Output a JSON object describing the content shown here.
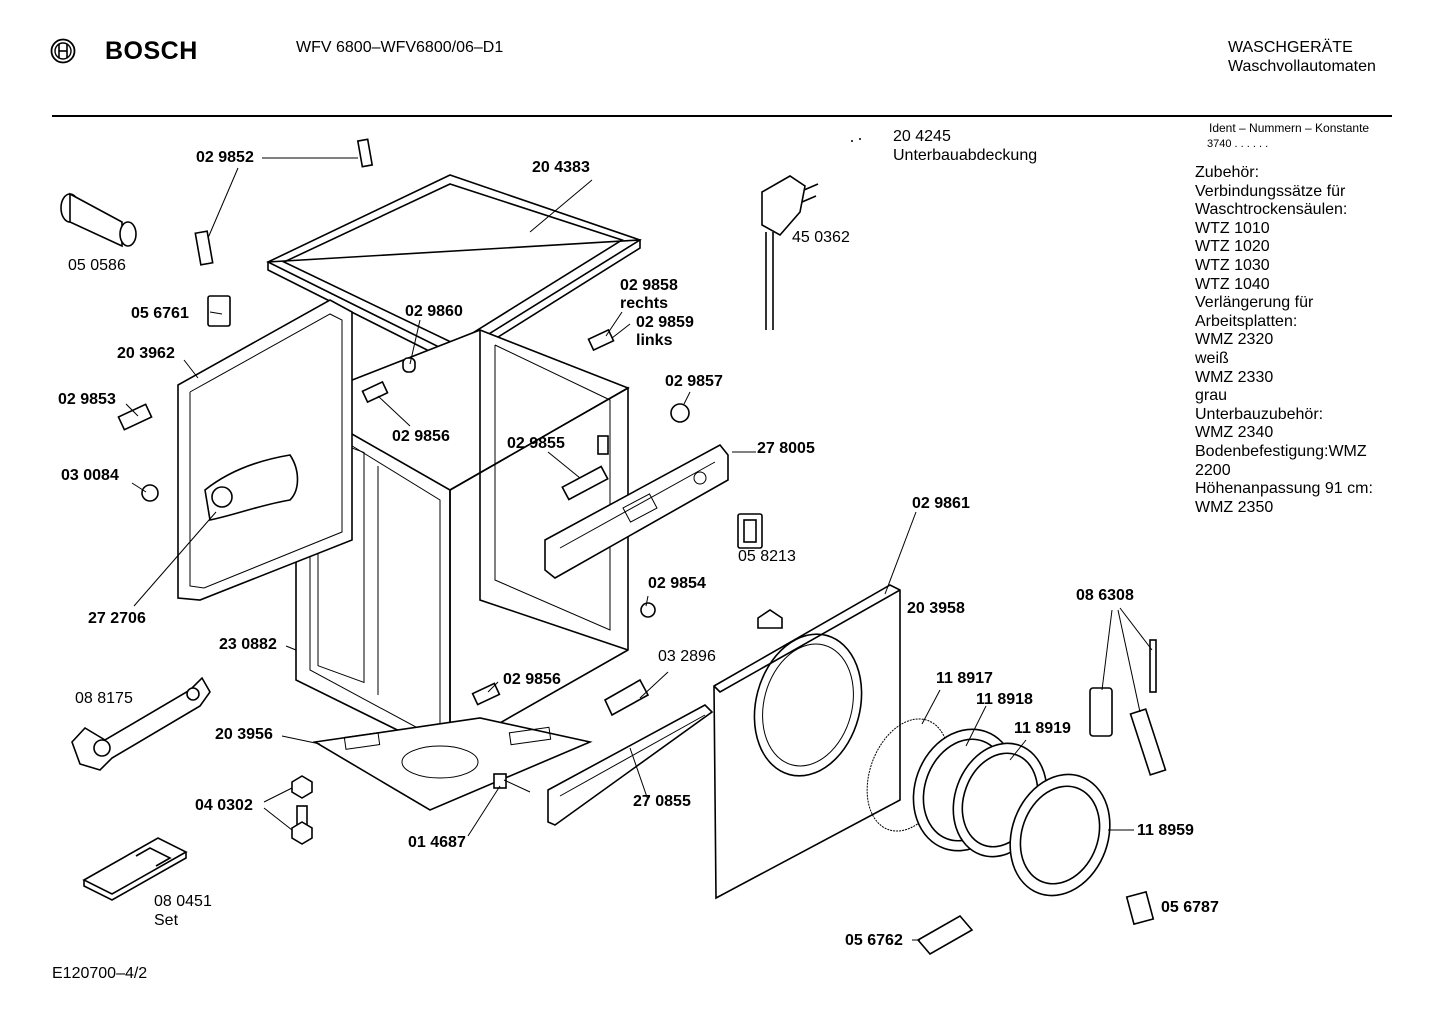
{
  "header": {
    "brand": "BOSCH",
    "model": "WFV 6800–WFV6800/06–D1",
    "category": "WASCHGERÄTE",
    "subcategory": "Waschvollautomaten"
  },
  "ident": {
    "title": "Ident – Nummern – Konstante",
    "value": "3740  .  .  .  .  .  ."
  },
  "note": {
    "number": "20 4245",
    "text": "Unterbauabdeckung"
  },
  "accessories": [
    "Zubehör:",
    "Verbindungssätze für",
    "Waschtrockensäulen:",
    "WTZ 1010",
    "WTZ 1020",
    "WTZ 1030",
    "WTZ 1040",
    "Verlängerung für",
    "Arbeitsplatten:",
    "WMZ 2320",
    "weiß",
    "WMZ 2330",
    "grau",
    "Unterbauzubehör:",
    "WMZ 2340",
    "Bodenbefestigung:WMZ",
    "2200",
    "Höhenanpassung 91 cm:",
    "WMZ 2350"
  ],
  "parts": {
    "p029852": "02 9852",
    "p204383": "20 4383",
    "p050586": "05 0586",
    "p056761": "05 6761",
    "p029860": "02 9860",
    "p029858": "02 9858",
    "rechts": "rechts",
    "p029859": "02 9859",
    "links": "links",
    "p450362": "45 0362",
    "p203962": "20 3962",
    "p029853": "02 9853",
    "p029856a": "02 9856",
    "p029857": "02 9857",
    "p029855": "02 9855",
    "p278005": "27 8005",
    "p030084": "03 0084",
    "p029861": "02 9861",
    "p058213": "05 8213",
    "p029854": "02 9854",
    "p272706": "27 2706",
    "p203958": "20 3958",
    "p086308": "08 6308",
    "p230882": "23 0882",
    "p032896": "03 2896",
    "p029856b": "02 9856",
    "p118917": "11 8917",
    "p118918": "11 8918",
    "p088175": "08 8175",
    "p118919": "11 8919",
    "p203956": "20 3956",
    "p270855": "27 0855",
    "p040302": "04 0302",
    "p014687": "01 4687",
    "p118959": "11 8959",
    "p080451": "08 0451",
    "set": "Set",
    "p056787": "05 6787",
    "p056762": "05 6762"
  },
  "footer": {
    "code": "E120700–4/2"
  }
}
